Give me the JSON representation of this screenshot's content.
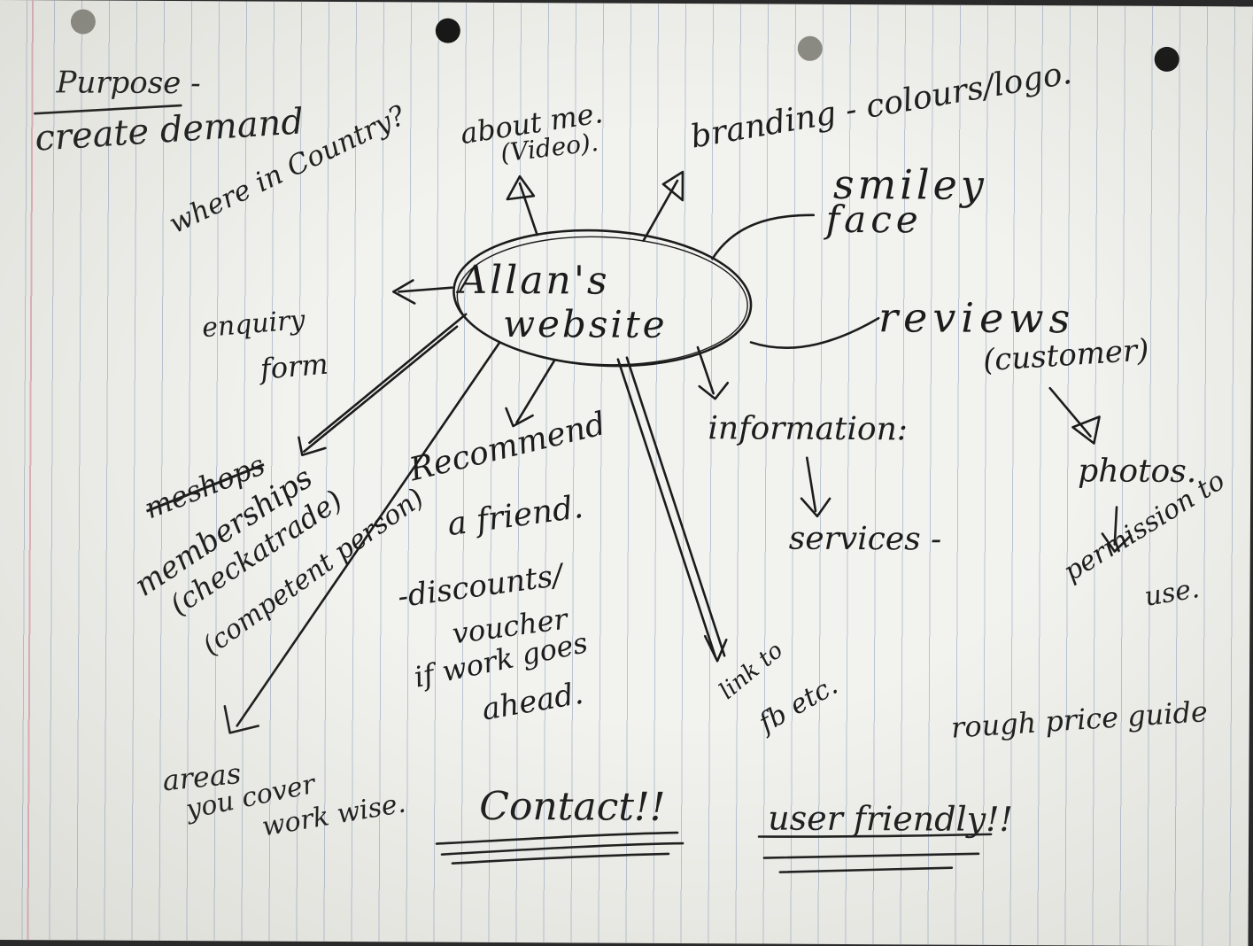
{
  "purpose": {
    "heading": "Purpose -",
    "line": "create demand"
  },
  "centre": {
    "line1": "Allan's",
    "line2": "website"
  },
  "nodes": {
    "where": "where in Country?",
    "about_1": "about me.",
    "about_2": "(Video).",
    "branding": "branding - colours/logo.",
    "smiley_1": "smiley",
    "smiley_2": "face",
    "enquiry_1": "enquiry",
    "enquiry_2": "form",
    "reviews_1": "reviews",
    "reviews_2": "(customer)",
    "information": "information:",
    "services": "services -",
    "photos": "photos.",
    "permission_1": "permission to",
    "permission_2": "use.",
    "mem_strike": "meshops",
    "mem_1": "memberships",
    "mem_2": "(checkatrade)",
    "mem_3": "(competent person)",
    "rec_1": "Recommend",
    "rec_2": "a friend.",
    "disc_1": "-discounts/",
    "disc_2": "voucher",
    "disc_3": "if work goes",
    "disc_4": "ahead.",
    "fb_1": "link to",
    "fb_2": "fb etc.",
    "price": "rough price guide",
    "areas_1": "areas",
    "areas_2": "you cover",
    "areas_3": "work wise.",
    "contact": "Contact!!",
    "user": "user friendly!!"
  }
}
